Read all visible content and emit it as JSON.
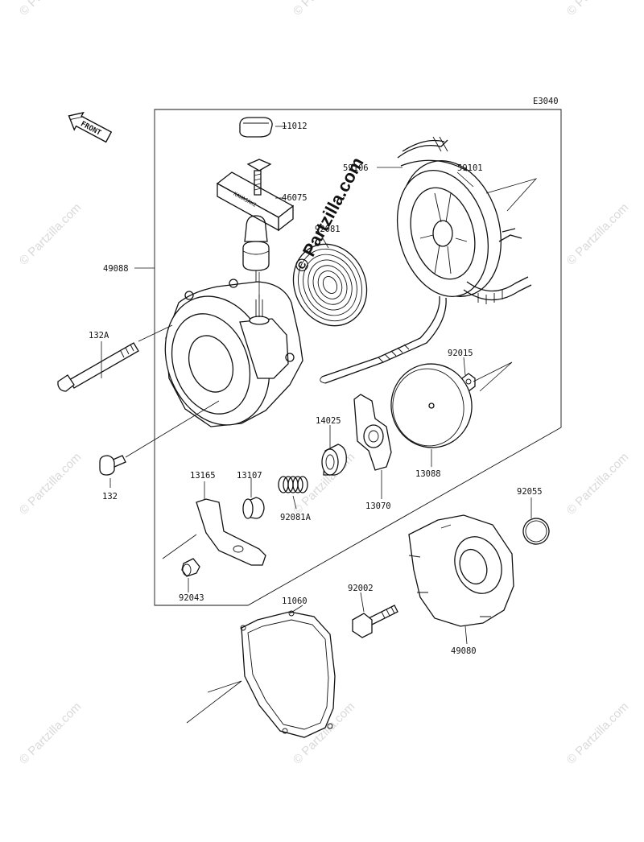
{
  "diagram_code": "E3040",
  "front_label": "FRONT",
  "handle_brand": "KAWASAKI",
  "watermark": {
    "text": "© Partzilla.com",
    "center_text": "© Partzilla.com"
  },
  "parts": [
    {
      "id": "p11012",
      "number": "11012"
    },
    {
      "id": "p46075",
      "number": "46075"
    },
    {
      "id": "p49088",
      "number": "49088"
    },
    {
      "id": "p92081",
      "number": "92081"
    },
    {
      "id": "p59106",
      "number": "59106"
    },
    {
      "id": "p59101",
      "number": "59101"
    },
    {
      "id": "p132A",
      "number": "132A"
    },
    {
      "id": "p92015",
      "number": "92015"
    },
    {
      "id": "p14025",
      "number": "14025"
    },
    {
      "id": "p13088",
      "number": "13088"
    },
    {
      "id": "p132",
      "number": "132"
    },
    {
      "id": "p13165",
      "number": "13165"
    },
    {
      "id": "p13107",
      "number": "13107"
    },
    {
      "id": "p92081A",
      "number": "92081A"
    },
    {
      "id": "p13070",
      "number": "13070"
    },
    {
      "id": "p92055",
      "number": "92055"
    },
    {
      "id": "p92043",
      "number": "92043"
    },
    {
      "id": "p11060",
      "number": "11060"
    },
    {
      "id": "p92002",
      "number": "92002"
    },
    {
      "id": "p49080",
      "number": "49080"
    }
  ]
}
